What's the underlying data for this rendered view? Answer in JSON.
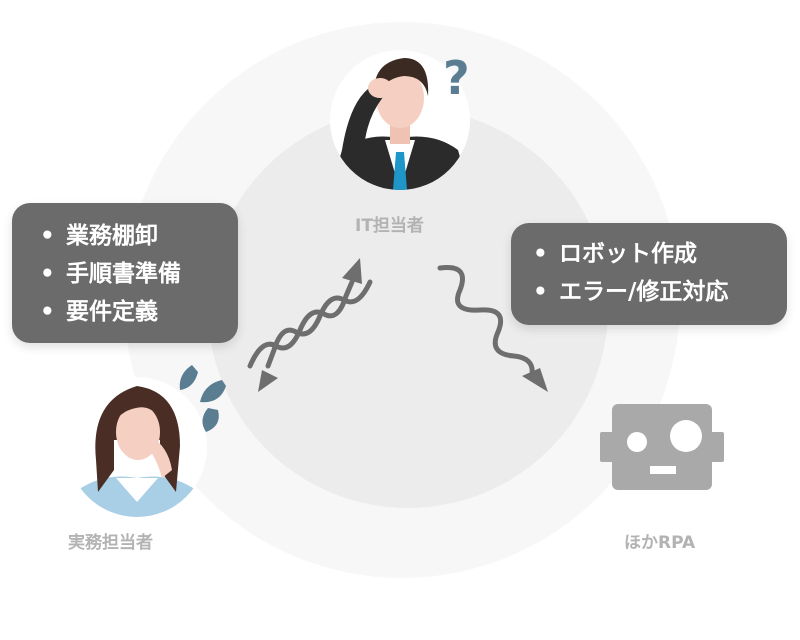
{
  "actors": {
    "it": {
      "label": "IT担当者"
    },
    "business": {
      "label": "実務担当者"
    },
    "rpa": {
      "label": "ほかRPA"
    }
  },
  "business_tasks": {
    "items": [
      "業務棚卸",
      "手順書準備",
      "要件定義"
    ]
  },
  "it_tasks": {
    "items": [
      "ロボット作成",
      "エラー/修正対応"
    ]
  },
  "symbols": {
    "question": "?",
    "bullet": "•"
  },
  "colors": {
    "box": "#6b6b6b",
    "label": "#b3b3b3",
    "arrow": "#6e6e6e",
    "accent": "#5a7d92",
    "robot": "#a9a9a9",
    "tie": "#1e96c8"
  }
}
